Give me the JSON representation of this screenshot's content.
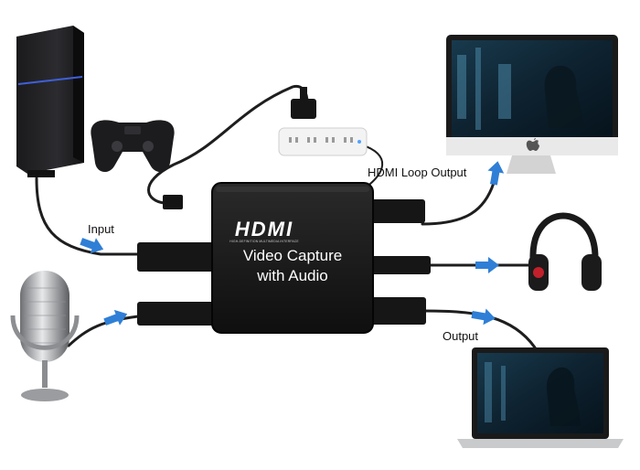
{
  "device": {
    "logo": "HDMI",
    "logo_subtext": "HIGH-DEFINITION MULTIMEDIA INTERFACE",
    "title_line1": "Video Capture",
    "title_line2": "with Audio"
  },
  "labels": {
    "input": "Input",
    "hdmi_loop_output": "HDMI Loop Output",
    "output": "Output"
  },
  "icons": {
    "apple_logo": "apple-logo-icon",
    "arrow": "arrow-icon"
  },
  "colors": {
    "arrow": "#2f7fd6",
    "device_body": "#1b1b1b",
    "cable": "#222222",
    "screen_bg": "#0f2a3a"
  }
}
